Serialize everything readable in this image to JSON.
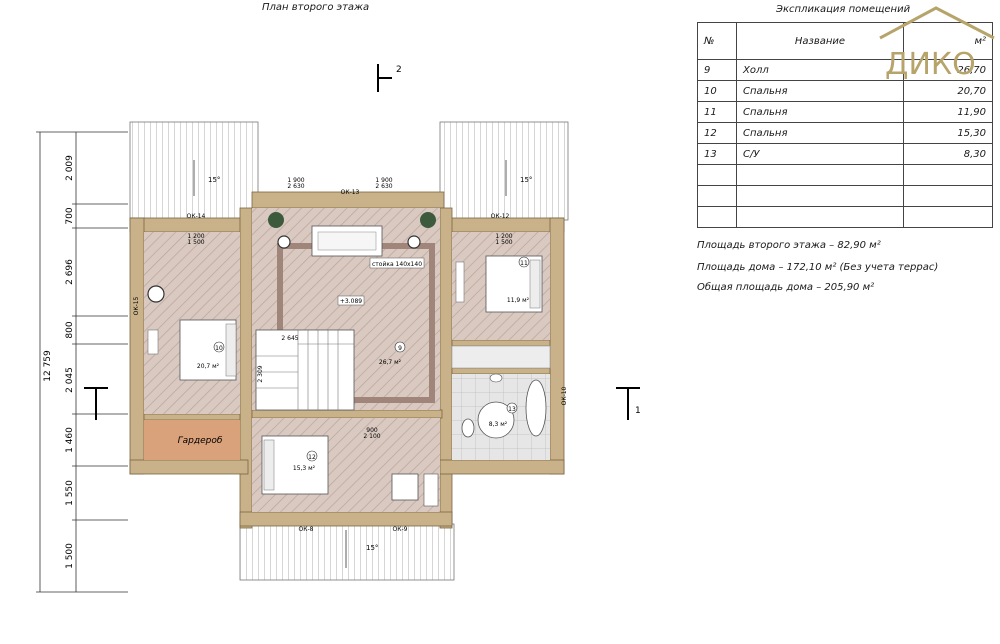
{
  "plan_title": "План второго этажа",
  "explication": {
    "title": "Экспликация помещений",
    "headers": {
      "num": "№",
      "name": "Название",
      "area": "м²"
    },
    "rows": [
      {
        "num": "9",
        "name": "Холл",
        "area": "26,70"
      },
      {
        "num": "10",
        "name": "Спальня",
        "area": "20,70"
      },
      {
        "num": "11",
        "name": "Спальня",
        "area": "11,90"
      },
      {
        "num": "12",
        "name": "Спальня",
        "area": "15,30"
      },
      {
        "num": "13",
        "name": "С/У",
        "area": "8,30"
      }
    ]
  },
  "area_summary": {
    "floor2": "Площадь второго этажа – 82,90 м²",
    "house": "Площадь дома – 172,10 м² (Без учета террас)",
    "total": "Общая площадь дома – 205,90 м²"
  },
  "logo": {
    "text": "ДИКО"
  },
  "section_marks": {
    "s1": "1",
    "s2": "2"
  },
  "dimensions": {
    "overall": "12 759",
    "segments": [
      "2 009",
      "700",
      "2 696",
      "800",
      "2 045",
      "1 460",
      "1 550",
      "1 500"
    ]
  },
  "rooms": {
    "r9": {
      "num": "9",
      "area": "26,7 м²"
    },
    "r10": {
      "num": "10",
      "area": "20,7 м²"
    },
    "r11": {
      "num": "11",
      "area": "11,9 м²"
    },
    "r12": {
      "num": "12",
      "area": "15,3 м²"
    },
    "r13": {
      "num": "13",
      "area": "8,3 м²"
    },
    "wardrobe": "Гардероб"
  },
  "annotations": {
    "roof_slope": "15°",
    "column": "стойка 140х140",
    "level": "+3.089",
    "ok13": "ОК-13",
    "ok14": "ОК-14",
    "ok12": "ОК-12",
    "ok15": "ОК-15",
    "ok10": "ОК-10",
    "ok8": "ОК-8",
    "ok9": "ОК-9",
    "w1900": "1 900",
    "w2630": "2 630",
    "w1200": "1 200",
    "w1500": "1 500",
    "d900": "900",
    "d2100": "2 100",
    "stair": "2 645",
    "stair2": "2 309"
  }
}
